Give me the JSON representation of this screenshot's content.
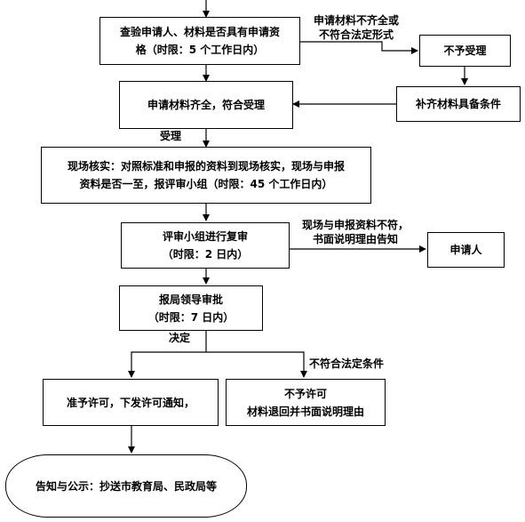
{
  "nodes": {
    "review_applicant": {
      "line1": "查验申请人、材料是否具有申请资",
      "line2": "格（时限：5 个工作日内）"
    },
    "not_accepted": {
      "text": "不予受理"
    },
    "materials_complete": {
      "text": "申请材料齐全，符合受理"
    },
    "supplement": {
      "text": "补齐材料具备条件"
    },
    "site_verify": {
      "line1": "现场核实：对照标准和申报的资料到现场核实，现场与申报",
      "line2": "资料是否一至，报评审小组（时限：45 个工作日内）"
    },
    "panel_review": {
      "line1": "评审小组进行复审",
      "line2": "（时限：2 日内）"
    },
    "applicant": {
      "text": "申请人"
    },
    "leader_approval": {
      "line1": "报局领导审批",
      "line2": "（时限：7 日内）"
    },
    "grant": {
      "text": "准予许可，下发许可通知，"
    },
    "deny": {
      "line1": "不予许可",
      "line2": "材料退回并书面说明理由"
    },
    "notify": {
      "text": "告知与公示：抄送市教育局、民政局等"
    }
  },
  "edge_labels": {
    "incomplete": {
      "line1": "申请材料不齐全或",
      "line2": "不符合法定形式"
    },
    "accepted": "受理",
    "mismatch": {
      "line1": "现场与申报资料不符，",
      "line2": "书面说明理由告知"
    },
    "decision": "决定",
    "not_meet": "不符合法定条件"
  }
}
